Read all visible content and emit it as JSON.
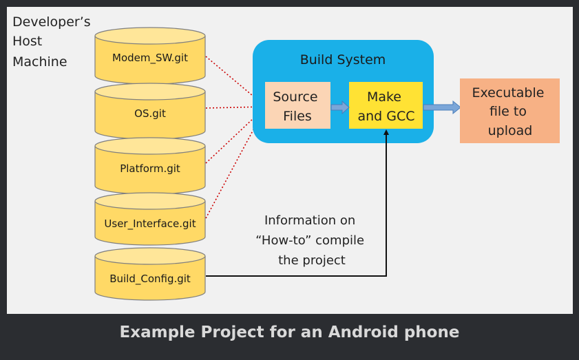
{
  "host_label": [
    "Developer’s",
    "Host",
    "Machine"
  ],
  "repositories": [
    "Modem_SW.git",
    "OS.git",
    "Platform.git",
    "User_Interface.git",
    "Build_Config.git"
  ],
  "build_system": {
    "title": "Build System",
    "source_files": [
      "Source",
      "Files"
    ],
    "make_gcc": [
      "Make",
      "and GCC"
    ]
  },
  "executable": [
    "Executable",
    "file to",
    "upload"
  ],
  "info_note": [
    "Information on",
    "“How-to” compile",
    "the project"
  ],
  "caption": "Example Project for an Android phone",
  "colors": {
    "cylinder": "#ffd966",
    "build_system": "#1ab0e8",
    "source_files": "#fbd5b5",
    "make_gcc": "#ffe234",
    "executable": "#f7b185",
    "dotted_link": "#cc0000",
    "arrow": "#4a7ebb"
  }
}
